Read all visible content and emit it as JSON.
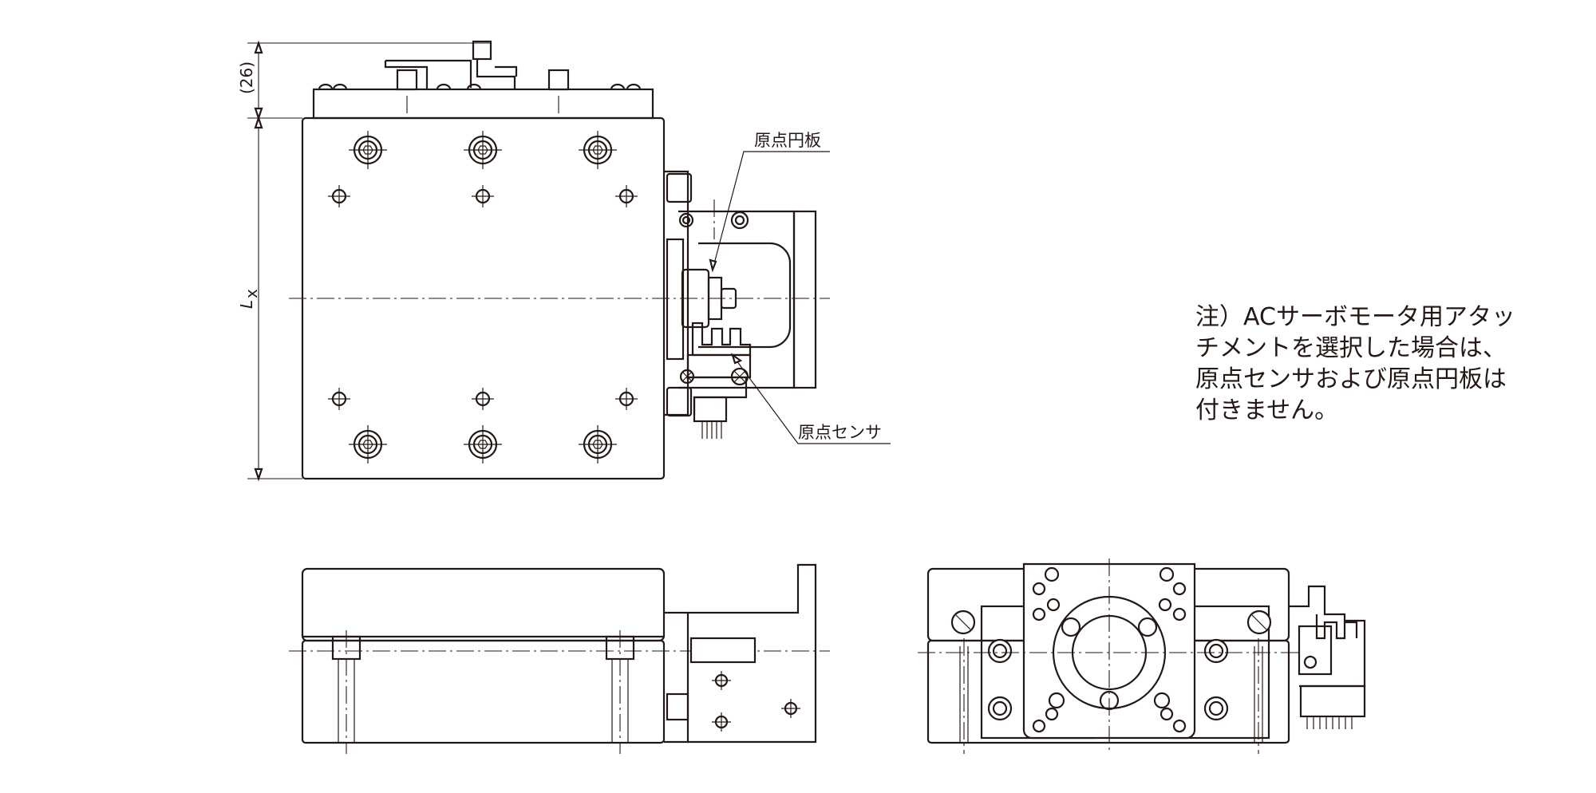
{
  "labels": {
    "origin_disc": "原点円板",
    "origin_sensor": "原点センサ",
    "dim_height": "(26)",
    "dim_length": "L",
    "dim_length_sub": "x"
  },
  "note": {
    "lines": [
      "注）ACサーボモータ用アタッ",
      "チメントを選択した場合は、",
      "原点センサおよび原点円板は",
      "付きません。"
    ]
  }
}
